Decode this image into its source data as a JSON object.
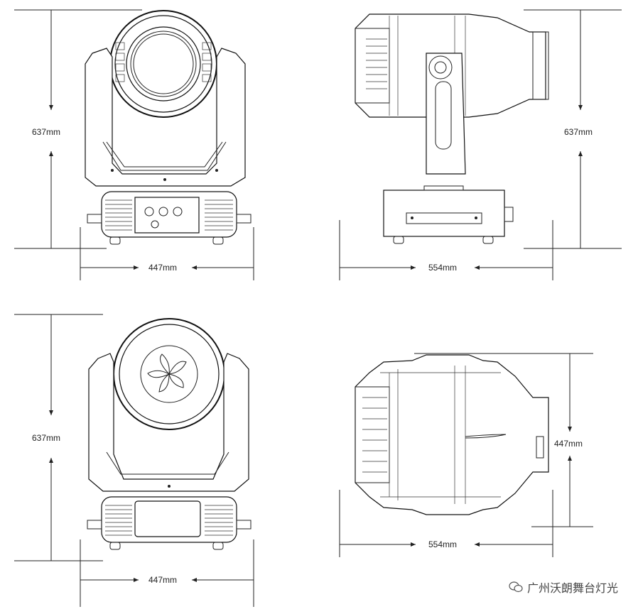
{
  "views": [
    {
      "name": "front",
      "height_label": "637mm",
      "width_label": "447mm"
    },
    {
      "name": "side",
      "height_label": "637mm",
      "width_label": "554mm"
    },
    {
      "name": "rear",
      "height_label": "637mm",
      "width_label": "447mm"
    },
    {
      "name": "top",
      "height_label": "447mm",
      "width_label": "554mm"
    }
  ],
  "watermark": {
    "text": "广州沃朗舞台灯光",
    "icon": "wechat-icon"
  }
}
